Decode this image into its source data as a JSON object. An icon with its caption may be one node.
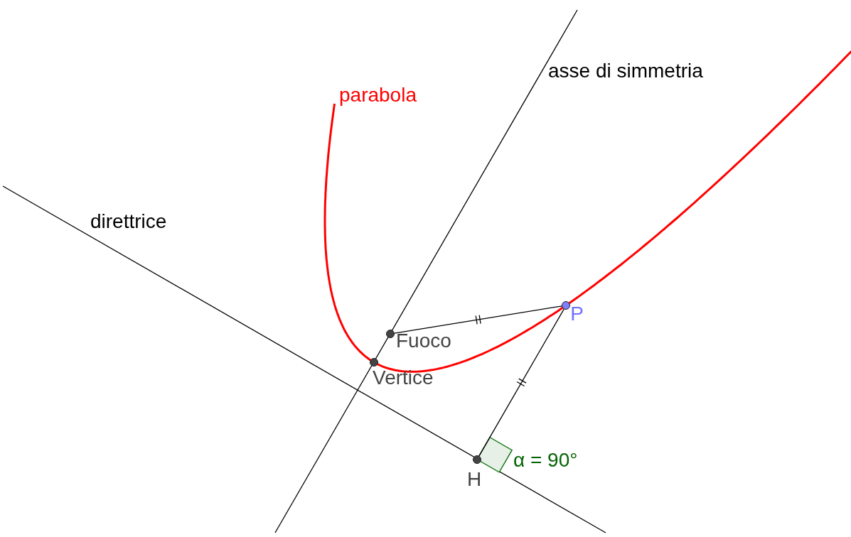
{
  "diagram": {
    "nodes": [
      {
        "text": [],
        "shape": "circle",
        "beside": [
          "Fuoco"
        ]
      },
      {
        "text": [],
        "shape": "circle",
        "beside": [
          "Vertice"
        ]
      },
      {
        "text": [],
        "shape": "circle",
        "beside": [
          "P"
        ]
      },
      {
        "text": [],
        "shape": "circle",
        "beside": [
          "H"
        ]
      }
    ],
    "edges": [
      {
        "from": 0,
        "to": 2,
        "arrow": "none"
      },
      {
        "from": 2,
        "to": 3,
        "arrow": "none"
      }
    ],
    "labels": [
      "parabola",
      "asse di simmetria",
      "direttrice",
      "α = 90°"
    ]
  }
}
